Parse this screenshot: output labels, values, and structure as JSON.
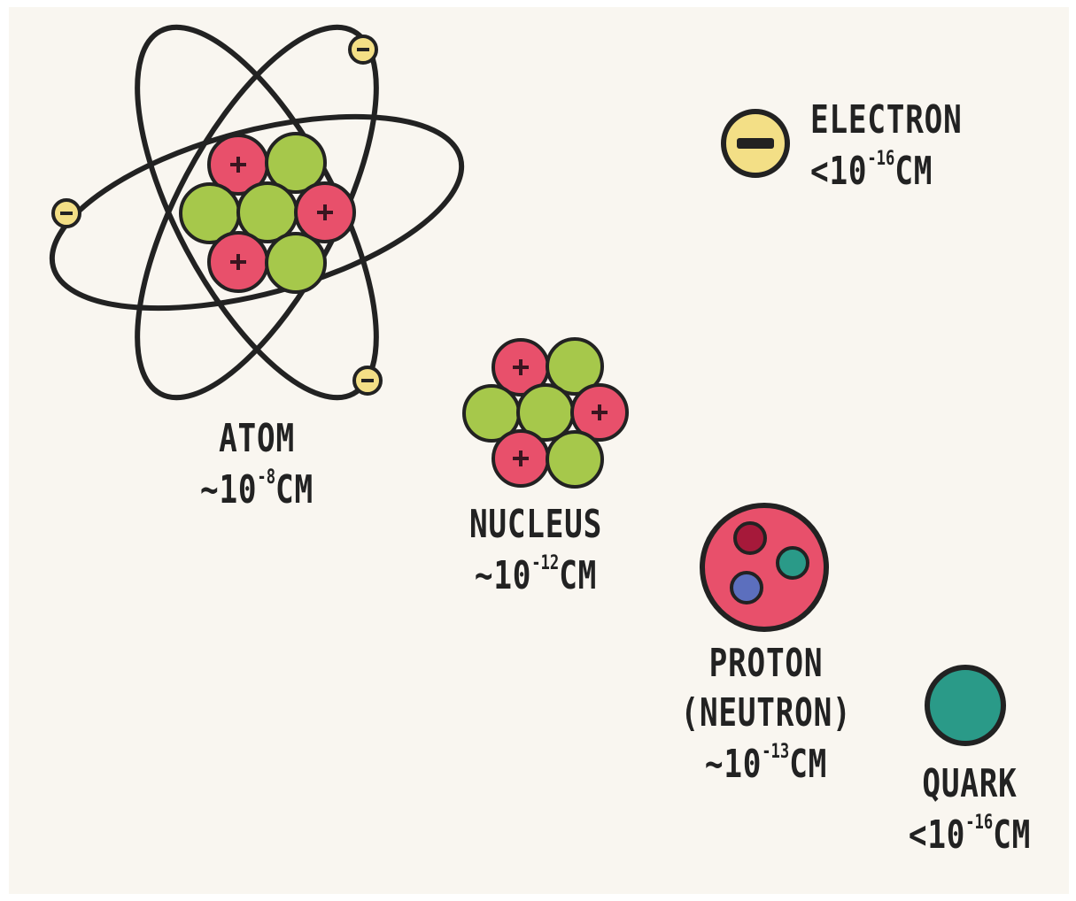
{
  "colors": {
    "background": "#f9f6f0",
    "proton_particle": "#e8506b",
    "neutron_particle": "#a6c84b",
    "electron": "#f3df86",
    "quark_teal": "#2a9a88",
    "quark_red": "#a6193a",
    "quark_blue": "#5c6fbe",
    "outline": "#222222"
  },
  "particles": {
    "atom": {
      "title": "ATOM",
      "prefix": "~10",
      "exponent": "-8",
      "unit": "CM",
      "icon": "atom-icon"
    },
    "nucleus": {
      "title": "NUCLEUS",
      "prefix": "~10",
      "exponent": "-12",
      "unit": "CM",
      "icon": "nucleus-icon"
    },
    "proton": {
      "title": "PROTON",
      "subtitle": "(NEUTRON)",
      "prefix": "~10",
      "exponent": "-13",
      "unit": "CM",
      "icon": "proton-icon"
    },
    "electron": {
      "title": "ELECTRON",
      "prefix": "<10",
      "exponent": "-16",
      "unit": "CM",
      "icon": "electron-icon",
      "sign": "−"
    },
    "quark": {
      "title": "QUARK",
      "prefix": "<10",
      "exponent": "-16",
      "unit": "CM",
      "icon": "quark-icon"
    }
  }
}
